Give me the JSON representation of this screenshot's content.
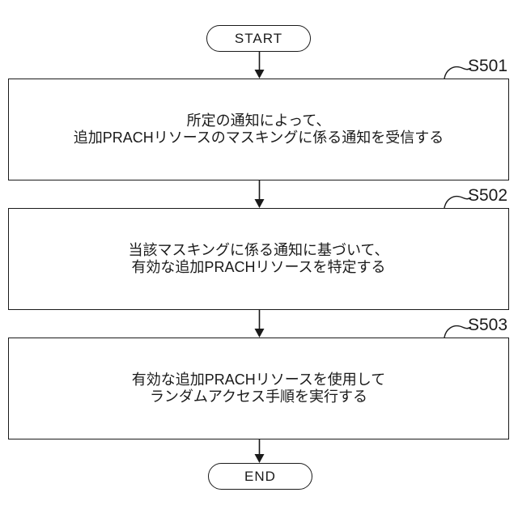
{
  "flowchart": {
    "start_label": "START",
    "end_label": "END",
    "steps": [
      {
        "id": "S501",
        "lines": [
          "所定の通知によって、",
          "追加PRACHリソースのマスキングに係る通知を受信する"
        ]
      },
      {
        "id": "S502",
        "lines": [
          "当該マスキングに係る通知に基づいて、",
          "有効な追加PRACHリソースを特定する"
        ]
      },
      {
        "id": "S503",
        "lines": [
          "有効な追加PRACHリソースを使用して",
          "ランダムアクセス手順を実行する"
        ]
      }
    ],
    "colors": {
      "line": "#1a1a1a",
      "background": "#ffffff",
      "text": "#1a1a1a"
    }
  }
}
